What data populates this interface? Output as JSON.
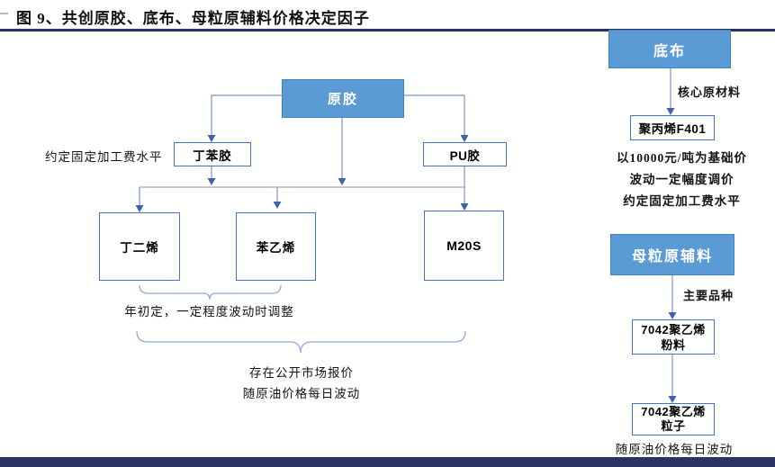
{
  "title": "图 9、共创原胶、底布、母粒原辅料价格决定因子",
  "colors": {
    "box_blue": "#5b9bd5",
    "border_blue": "#4472c4",
    "rule_navy": "#2b3264"
  },
  "flowchart": {
    "root": "原胶",
    "left_note": "约定固定加工费水平",
    "level2": [
      {
        "label": "丁苯胶"
      },
      {
        "label": "PU胶"
      }
    ],
    "level3": [
      {
        "label": "丁二烯"
      },
      {
        "label": "苯乙烯"
      },
      {
        "label": "M20S"
      }
    ],
    "bracket1_note": "年初定，一定程度波动时调整",
    "bracket2_note_line1": "存在公开市场报价",
    "bracket2_note_line2": "随原油价格每日波动"
  },
  "right_top": {
    "header": "底布",
    "arrow_label": "核心原材料",
    "node": "聚丙烯F401",
    "notes": [
      "以10000元/吨为基础价",
      "波动一定幅度调价",
      "约定固定加工费水平"
    ]
  },
  "right_bottom": {
    "header": "母粒原辅料",
    "arrow_label": "主要品种",
    "node1_line1": "7042聚乙烯",
    "node1_line2": "粉料",
    "node2_line1": "7042聚乙烯",
    "node2_line2": "粒子",
    "note": "随原油价格每日波动"
  }
}
